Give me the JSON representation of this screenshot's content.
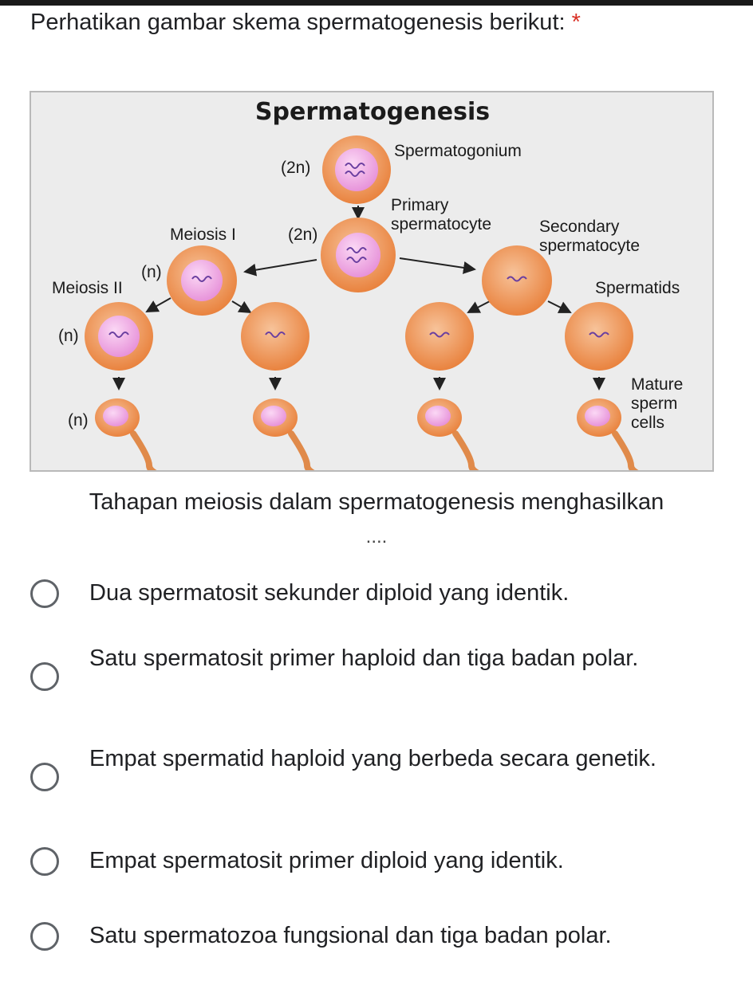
{
  "question": {
    "title": "Perhatikan gambar skema spermatogenesis berikut:",
    "required_mark": "*",
    "prompt": "Tahapan meiosis dalam spermatogenesis menghasilkan",
    "ellipsis": "...."
  },
  "figure": {
    "title": "Spermatogenesis",
    "labels": {
      "spermatogonium": "Spermatogonium",
      "primary_1": "Primary",
      "primary_2": "spermatocyte",
      "secondary_1": "Secondary",
      "secondary_2": "spermatocyte",
      "spermatids": "Spermatids",
      "meiosis_1": "Meiosis I",
      "meiosis_2": "Meiosis II",
      "mature_1": "Mature",
      "mature_2": "sperm",
      "mature_3": "cells",
      "ploidy_2n_top": "(2n)",
      "ploidy_2n_mid": "(2n)",
      "ploidy_n_sec": "(n)",
      "ploidy_n_spermatid": "(n)",
      "ploidy_n_sperm": "(n)"
    }
  },
  "options": [
    "Dua spermatosit sekunder diploid yang identik.",
    "Satu spermatosit primer haploid dan tiga badan polar.",
    "Empat spermatid haploid yang berbeda secara genetik.",
    "Empat spermatosit primer diploid yang identik.",
    "Satu spermatozoa fungsional dan tiga badan polar."
  ],
  "colors": {
    "accent_required": "#d93025",
    "cell_outer": "#f0a06a",
    "cell_inner": "#f2a8e6",
    "sperm_tail": "#e08a4a",
    "chromosome": "#6a3fa0"
  }
}
